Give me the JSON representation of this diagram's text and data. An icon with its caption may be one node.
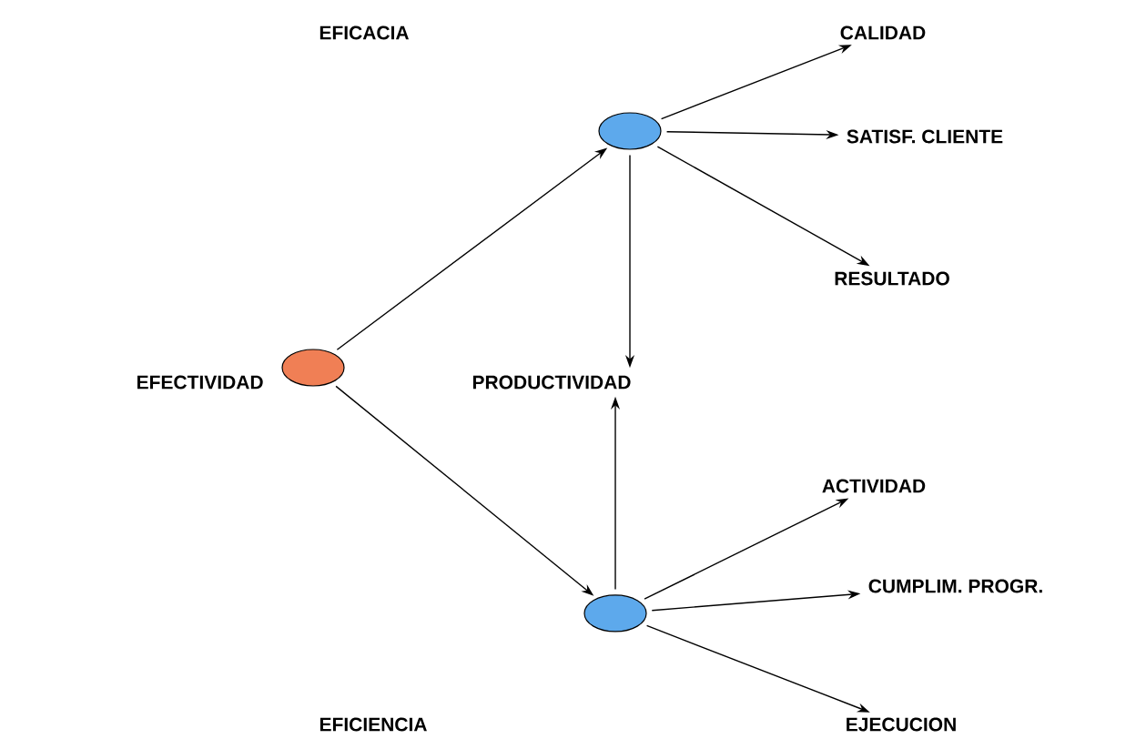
{
  "diagram": {
    "nodes": [
      {
        "text": [],
        "shape": "ellipse",
        "beside": [
          "EFECTIVIDAD"
        ]
      },
      {
        "text": [],
        "shape": "ellipse"
      },
      {
        "text": [
          "PRODUCTIVIDAD"
        ]
      },
      {
        "text": [],
        "shape": "ellipse"
      },
      {
        "text": [
          "CALIDAD"
        ]
      },
      {
        "text": [
          "SATISF. CLIENTE"
        ]
      },
      {
        "text": [
          "RESULTADO"
        ]
      },
      {
        "text": [
          "ACTIVIDAD"
        ]
      },
      {
        "text": [
          "CUMPLIM. PROGR."
        ]
      },
      {
        "text": [
          "EJECUCION"
        ]
      }
    ],
    "edges": [
      {
        "from": 0,
        "to": 1,
        "arrow": "to"
      },
      {
        "from": 0,
        "to": 3,
        "arrow": "to"
      },
      {
        "from": 1,
        "to": 2,
        "arrow": "to"
      },
      {
        "from": 3,
        "to": 2,
        "arrow": "to"
      },
      {
        "from": 1,
        "to": 4,
        "arrow": "to"
      },
      {
        "from": 1,
        "to": 5,
        "arrow": "to"
      },
      {
        "from": 1,
        "to": 6,
        "arrow": "to"
      },
      {
        "from": 3,
        "to": 7,
        "arrow": "to"
      },
      {
        "from": 3,
        "to": 8,
        "arrow": "to"
      },
      {
        "from": 3,
        "to": 9,
        "arrow": "to"
      }
    ],
    "labels": [
      "EFICACIA",
      "EFICIENCIA"
    ]
  }
}
